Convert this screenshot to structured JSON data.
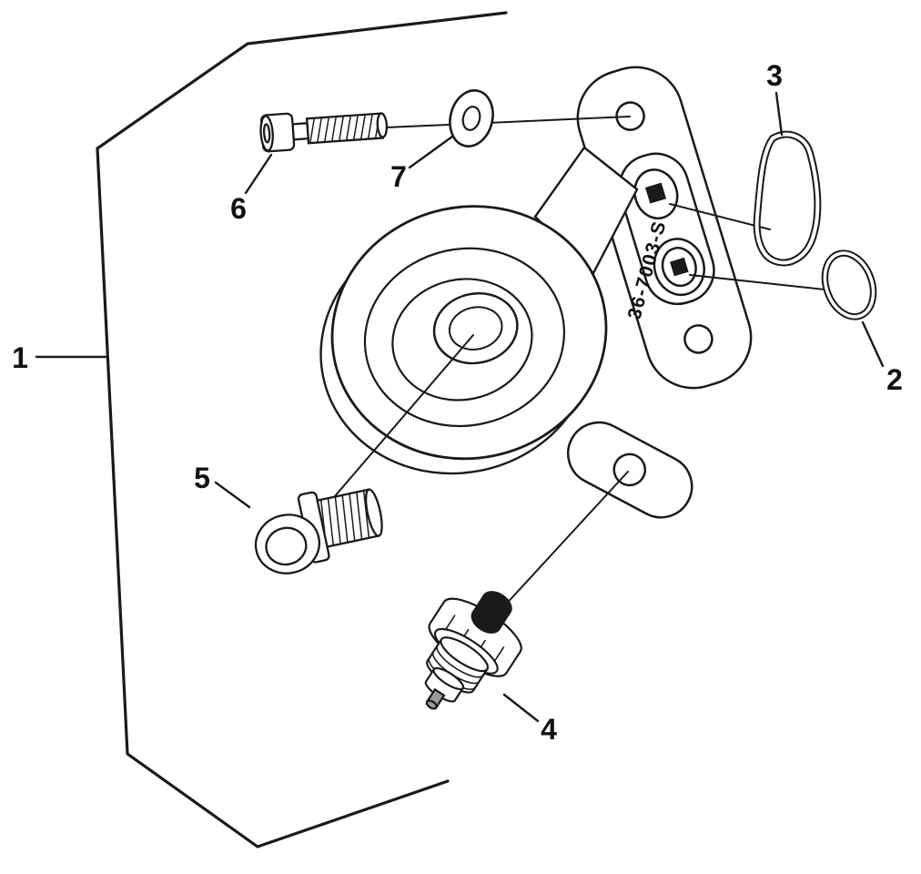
{
  "diagram": {
    "part_number": "36-7003-S",
    "callouts": [
      "1",
      "2",
      "3",
      "4",
      "5",
      "6",
      "7"
    ]
  }
}
